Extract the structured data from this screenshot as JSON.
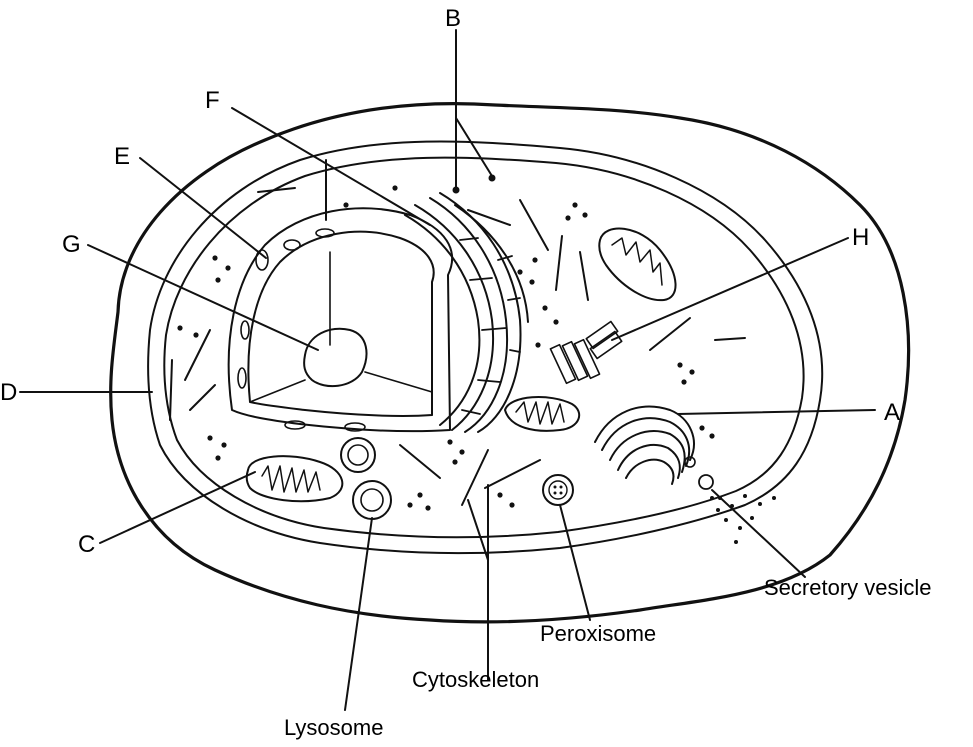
{
  "diagram": {
    "letters": {
      "A": "A",
      "B": "B",
      "C": "C",
      "D": "D",
      "E": "E",
      "F": "F",
      "G": "G",
      "H": "H"
    },
    "named_labels": {
      "secretory_vesicle": "Secretory vesicle",
      "peroxisome": "Peroxisome",
      "cytoskeleton": "Cytoskeleton",
      "lysosome": "Lysosome"
    }
  },
  "colors": {
    "ink": "#111111",
    "background": "#ffffff"
  }
}
